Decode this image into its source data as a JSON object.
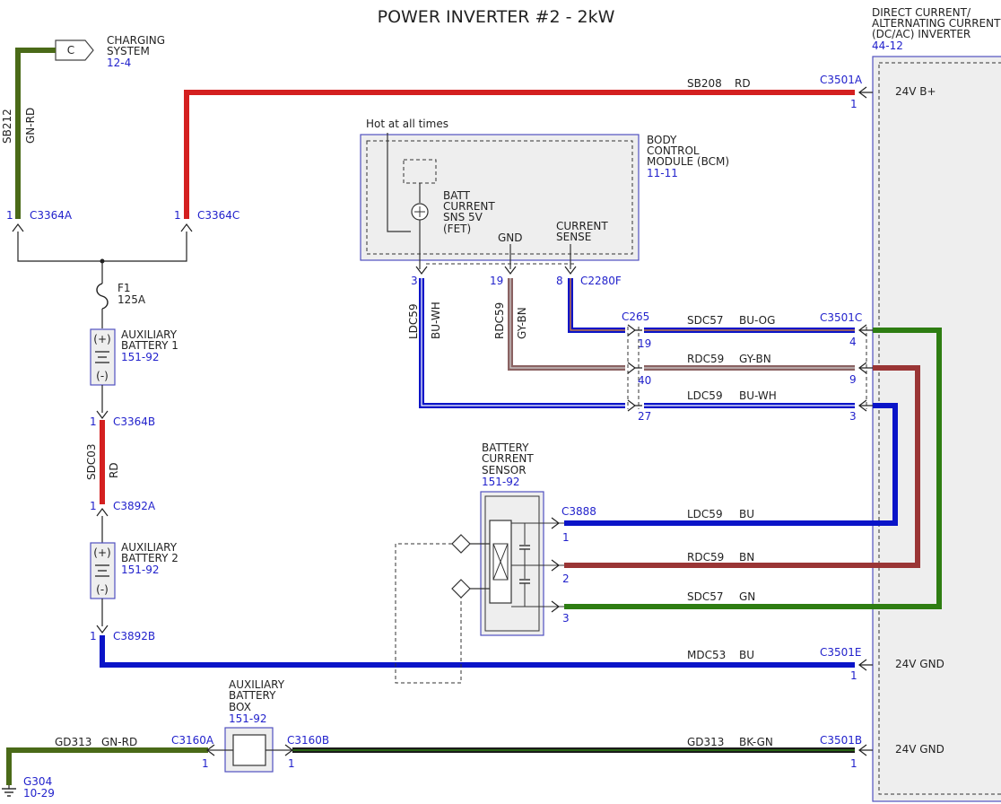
{
  "title": "POWER INVERTER #2 - 2kW",
  "colors": {
    "red": "#d42020",
    "green": "#2e7d12",
    "olive": "#4a6a18",
    "blue": "#0a14c8",
    "brown": "#8a4040",
    "dark": "#1a1a1a",
    "outline": "#5050c0",
    "ref": "#2222cc"
  },
  "charging": {
    "connector": "C",
    "name_1": "CHARGING",
    "name_2": "SYSTEM",
    "ref": "12-4"
  },
  "inverter": {
    "name_1": "DIRECT CURRENT/",
    "name_2": "ALTERNATING CURRENT",
    "name_3": "(DC/AC) INVERTER",
    "ref": "44-12",
    "pin_b_plus": "24V B+",
    "pin_gnd_1": "24V GND",
    "pin_gnd_2": "24V GND"
  },
  "bcm": {
    "hot": "Hot at all times",
    "name_1": "BODY",
    "name_2": "CONTROL",
    "name_3": "MODULE (BCM)",
    "ref": "11-11",
    "sns_1": "BATT",
    "sns_2": "CURRENT",
    "sns_3": "SNS 5V",
    "sns_4": "(FET)",
    "gnd": "GND",
    "cur_1": "CURRENT",
    "cur_2": "SENSE",
    "pin_3": "3",
    "pin_19": "19",
    "pin_8": "8",
    "connector": "C2280F"
  },
  "sensor": {
    "name_1": "BATTERY",
    "name_2": "CURRENT",
    "name_3": "SENSOR",
    "ref": "151-92",
    "connector": "C3888",
    "pin_1": "1",
    "pin_2": "2",
    "pin_3": "3"
  },
  "connectors": {
    "c3364a": "C3364A",
    "c3364a_pin": "1",
    "c3364c": "C3364C",
    "c3364c_pin": "1",
    "c3364b": "C3364B",
    "c3364b_pin": "1",
    "c3892a": "C3892A",
    "c3892a_pin": "1",
    "c3892b": "C3892B",
    "c3892b_pin": "1",
    "c3501a": "C3501A",
    "c3501a_pin": "1",
    "c3501c": "C3501C",
    "c3501c_pin_4": "4",
    "c3501c_pin_9": "9",
    "c3501c_pin_3": "3",
    "c3501e": "C3501E",
    "c3501e_pin": "1",
    "c3501b": "C3501B",
    "c3501b_pin": "1",
    "c265": "C265",
    "c265_pin_19": "19",
    "c265_pin_40": "40",
    "c265_pin_27": "27",
    "c3160a": "C3160A",
    "c3160a_pin": "1",
    "c3160b": "C3160B",
    "c3160b_pin": "1"
  },
  "fuse": {
    "name": "F1",
    "rating": "125A"
  },
  "battery1": {
    "name_1": "AUXILIARY",
    "name_2": "BATTERY 1",
    "ref": "151-92",
    "plus": "(+)",
    "minus": "(-)"
  },
  "battery2": {
    "name_1": "AUXILIARY",
    "name_2": "BATTERY 2",
    "ref": "151-92",
    "plus": "(+)",
    "minus": "(-)"
  },
  "battery_box": {
    "name_1": "AUXILIARY",
    "name_2": "BATTERY",
    "name_3": "BOX",
    "ref": "151-92"
  },
  "ground": {
    "name": "G304",
    "ref": "10-29"
  },
  "wires": {
    "sb212_circuit": "SB212",
    "sb212_color": "GN-RD",
    "sb208_circuit": "SB208",
    "sb208_color": "RD",
    "sdc03_circuit": "SDC03",
    "sdc03_color": "RD",
    "ldc59_v_circuit": "LDC59",
    "ldc59_v_color": "BU-WH",
    "rdc59_v_circuit": "RDC59",
    "rdc59_v_color": "GY-BN",
    "sdc57_h_circuit": "SDC57",
    "sdc57_h_color": "BU-OG",
    "rdc59_h_circuit": "RDC59",
    "rdc59_h_color": "GY-BN",
    "ldc59_h_circuit": "LDC59",
    "ldc59_h_color": "BU-WH",
    "ldc59_s_circuit": "LDC59",
    "ldc59_s_color": "BU",
    "rdc59_s_circuit": "RDC59",
    "rdc59_s_color": "BN",
    "sdc57_s_circuit": "SDC57",
    "sdc57_s_color": "GN",
    "mdc53_circuit": "MDC53",
    "mdc53_color": "BU",
    "gd313_l_circuit": "GD313",
    "gd313_l_color": "GN-RD",
    "gd313_r_circuit": "GD313",
    "gd313_r_color": "BK-GN"
  }
}
